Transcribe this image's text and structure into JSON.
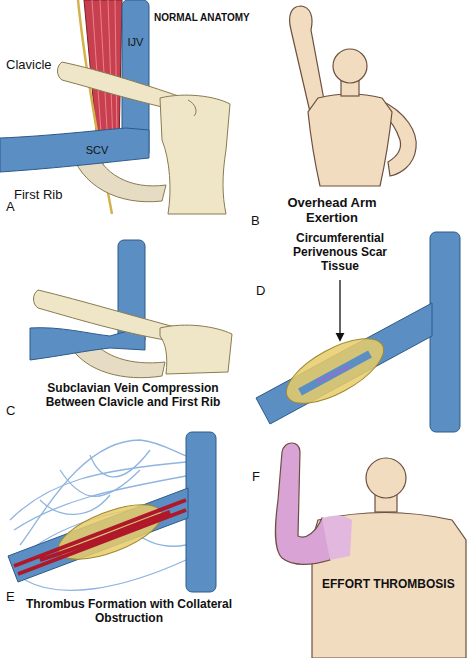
{
  "diagram": {
    "labels": [
      "Clavicle",
      "IJV",
      "NORMAL ANATOMY",
      "SCV",
      "First Rib",
      "A",
      "Overhead Arm Exertion",
      "B",
      "Subclavian Vein Compression Between Clavicle and First Rib",
      "C",
      "Circumferential Perivenous Scar Tissue",
      "D",
      "Thrombus Formation with Collateral Obstruction",
      "E",
      "EFFORT THROMBOSIS",
      "F"
    ]
  }
}
